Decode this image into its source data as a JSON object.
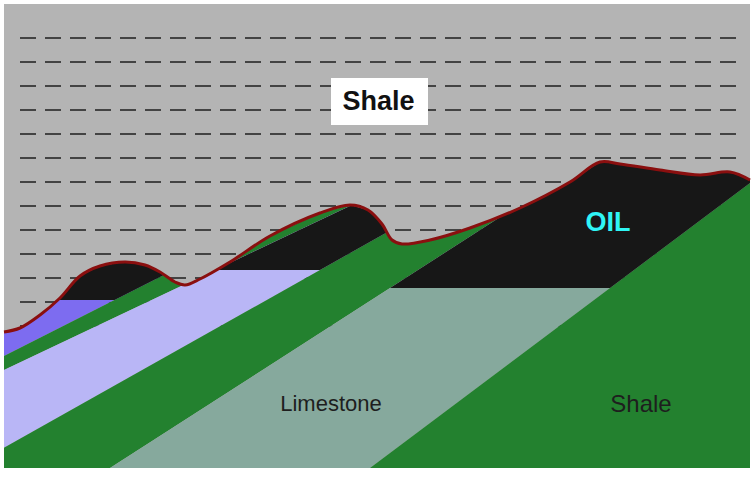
{
  "diagram": {
    "nodes": [
      {
        "text": [
          "Shale"
        ]
      }
    ],
    "labels": [
      "OIL",
      "Limestone",
      "Shale"
    ]
  }
}
